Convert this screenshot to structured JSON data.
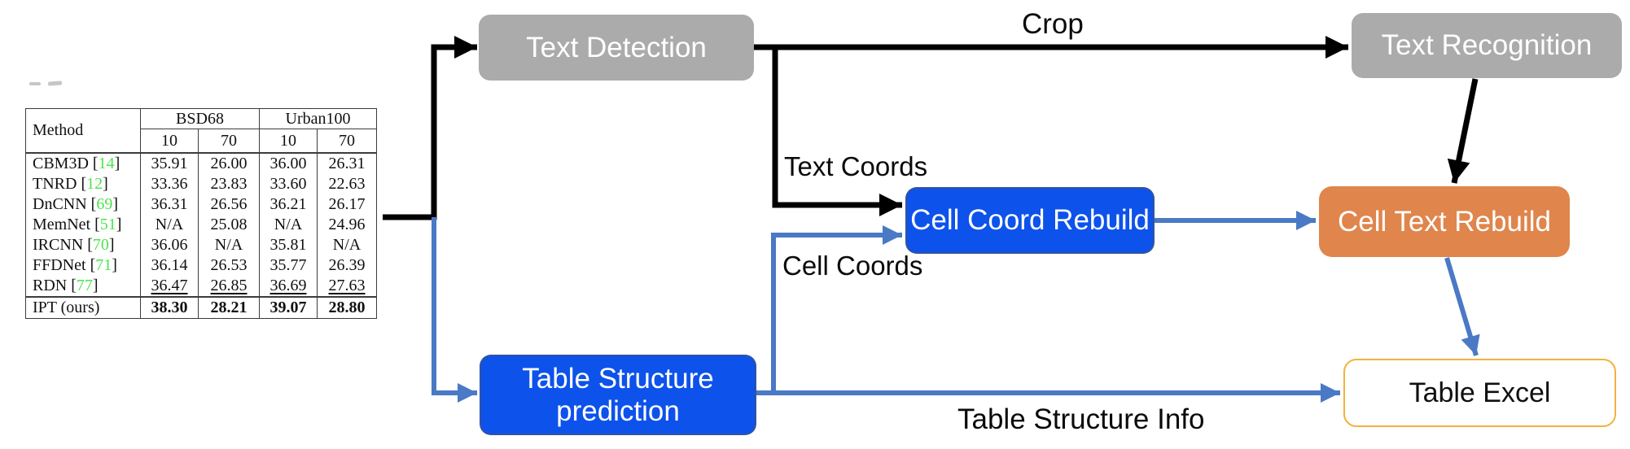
{
  "diagram": {
    "boxes": {
      "text_detection": {
        "label": "Text Detection",
        "color": "#ABABAB",
        "text_color": "#FFFFFF"
      },
      "text_recognition": {
        "label": "Text Recognition",
        "color": "#ABABAB",
        "text_color": "#FFFFFF"
      },
      "cell_coord_rebuild": {
        "label": "Cell Coord Rebuild",
        "color": "#0D52EB",
        "text_color": "#FFFFFF"
      },
      "cell_text_rebuild": {
        "label": "Cell Text Rebuild",
        "color": "#E0854C",
        "text_color": "#FFFFFF"
      },
      "table_structure_prediction": {
        "label_line1": "Table Structure",
        "label_line2": "prediction",
        "color": "#0D52EB",
        "text_color": "#FFFFFF"
      },
      "table_excel": {
        "label": "Table Excel",
        "color": "#FFFFFF",
        "border_color": "#F2B33D",
        "text_color": "#101010"
      }
    },
    "edge_labels": {
      "crop": "Crop",
      "text_coords": "Text Coords",
      "cell_coords": "Cell Coords",
      "table_structure_info": "Table Structure Info"
    },
    "arrow_colors": {
      "black": "#000000",
      "blue": "#4A79C5"
    },
    "edges": [
      {
        "from": "input-table-image",
        "to": "text_detection",
        "color": "black"
      },
      {
        "from": "input-table-image",
        "to": "table_structure_prediction",
        "color": "blue"
      },
      {
        "from": "text_detection",
        "to": "text_recognition",
        "label": "Crop",
        "color": "black"
      },
      {
        "from": "text_detection",
        "to": "cell_coord_rebuild",
        "label": "Text Coords",
        "color": "black"
      },
      {
        "from": "table_structure_prediction",
        "to": "cell_coord_rebuild",
        "label": "Cell Coords",
        "color": "blue"
      },
      {
        "from": "table_structure_prediction",
        "to": "table_excel",
        "label": "Table Structure Info",
        "color": "blue"
      },
      {
        "from": "cell_coord_rebuild",
        "to": "cell_text_rebuild",
        "color": "blue"
      },
      {
        "from": "text_recognition",
        "to": "cell_text_rebuild",
        "color": "black"
      },
      {
        "from": "cell_text_rebuild",
        "to": "table_excel",
        "color": "blue"
      }
    ]
  },
  "table": {
    "citation_color": "#4CE44C",
    "header": {
      "method": "Method",
      "groups": [
        {
          "label": "BSD68",
          "subs": [
            "10",
            "70"
          ]
        },
        {
          "label": "Urban100",
          "subs": [
            "10",
            "70"
          ]
        }
      ]
    },
    "rows": [
      {
        "method": "CBM3D",
        "cite": "14",
        "values": [
          "35.91",
          "26.00",
          "36.00",
          "26.31"
        ],
        "style": "normal"
      },
      {
        "method": "TNRD",
        "cite": "12",
        "values": [
          "33.36",
          "23.83",
          "33.60",
          "22.63"
        ],
        "style": "normal"
      },
      {
        "method": "DnCNN",
        "cite": "69",
        "values": [
          "36.31",
          "26.56",
          "36.21",
          "26.17"
        ],
        "style": "normal"
      },
      {
        "method": "MemNet",
        "cite": "51",
        "values": [
          "N/A",
          "25.08",
          "N/A",
          "24.96"
        ],
        "style": "normal"
      },
      {
        "method": "IRCNN",
        "cite": "70",
        "values": [
          "36.06",
          "N/A",
          "35.81",
          "N/A"
        ],
        "style": "normal"
      },
      {
        "method": "FFDNet",
        "cite": "71",
        "values": [
          "36.14",
          "26.53",
          "35.77",
          "26.39"
        ],
        "style": "normal"
      },
      {
        "method": "RDN",
        "cite": "77",
        "values": [
          "36.47",
          "26.85",
          "36.69",
          "27.63"
        ],
        "style": "underline"
      },
      {
        "method": "IPT (ours)",
        "cite": null,
        "values": [
          "38.30",
          "28.21",
          "39.07",
          "28.80"
        ],
        "style": "bold"
      }
    ]
  }
}
